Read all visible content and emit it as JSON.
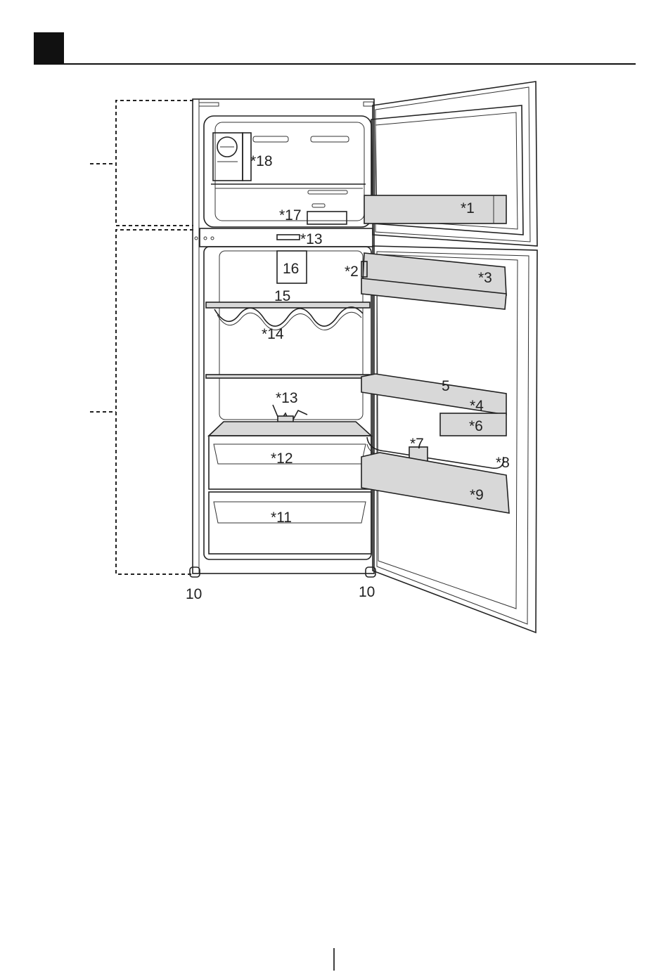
{
  "header": {
    "section_marker": "black-square-marker"
  },
  "diagram": {
    "subject": "refrigerator-parts",
    "labels": {
      "l1": "*1",
      "l2": "*2",
      "l3": "*3",
      "l4": "*4",
      "l5": "5",
      "l6": "*6",
      "l7": "*7",
      "l8": "*8",
      "l9": "*9",
      "l10a": "10",
      "l10b": "10",
      "l11": "*11",
      "l12": "*12",
      "l13a": "*13",
      "l13b": "*13",
      "l14": "*14",
      "l15": "15",
      "l16": "16",
      "l17": "*17",
      "l18": "*18"
    }
  },
  "footer": {}
}
